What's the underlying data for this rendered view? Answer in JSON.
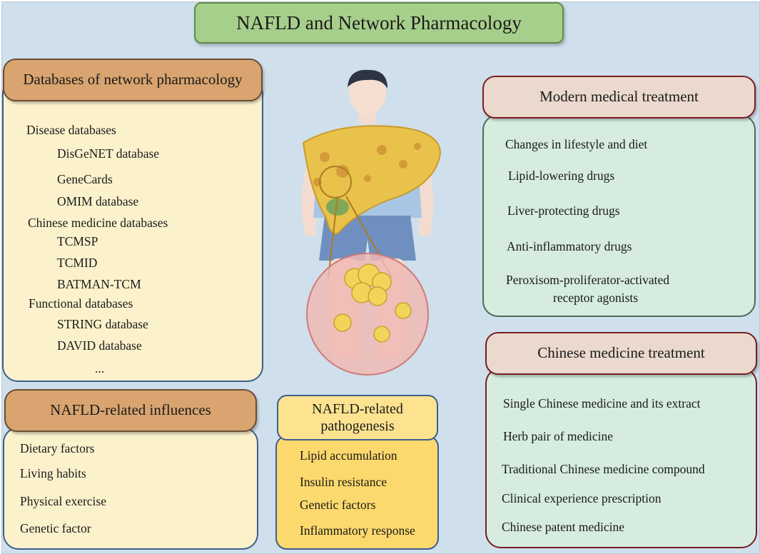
{
  "title": "NAFLD and Network Pharmacology",
  "databases": {
    "header": "Databases of network pharmacology",
    "items": [
      {
        "text": "Disease databases",
        "level": 0
      },
      {
        "text": "DisGeNET database",
        "level": 1
      },
      {
        "text": "GeneCards",
        "level": 1
      },
      {
        "text": "OMIM database",
        "level": 1
      },
      {
        "text": "Chinese medicine databases",
        "level": 0
      },
      {
        "text": "TCMSP",
        "level": 1
      },
      {
        "text": "TCMID",
        "level": 1
      },
      {
        "text": "BATMAN-TCM",
        "level": 1
      },
      {
        "text": "Functional databases",
        "level": 0
      },
      {
        "text": "STRING database",
        "level": 1
      },
      {
        "text": "DAVID database",
        "level": 1
      },
      {
        "text": "...",
        "level": 2
      }
    ]
  },
  "influences": {
    "header": "NAFLD-related influences",
    "items": [
      "Dietary factors",
      "Living habits",
      "Physical exercise",
      "Genetic factor"
    ]
  },
  "pathogenesis": {
    "header_line1": "NAFLD-related",
    "header_line2": "pathogenesis",
    "items": [
      "Lipid accumulation",
      "Insulin resistance",
      "Genetic factors",
      "Inflammatory response"
    ]
  },
  "modern": {
    "header": "Modern medical treatment",
    "items": [
      "Changes in lifestyle and diet",
      "Lipid-lowering drugs",
      "Liver-protecting drugs",
      "Anti-inflammatory drugs"
    ],
    "last_line1": "Peroxisom-proliferator-activated",
    "last_line2": "receptor agonists"
  },
  "chinese": {
    "header": "Chinese medicine treatment",
    "items": [
      "Single Chinese medicine and its extract",
      "Herb pair of medicine",
      "Traditional Chinese medicine compound",
      "Clinical experience prescription",
      "Chinese patent medicine"
    ]
  },
  "colors": {
    "background": "#cfe0ec",
    "title_fill": "#a7cf8c",
    "database_header": "#d9a46f",
    "cream_box": "#fbf2cc",
    "pathogenesis_box": "#fcd96c",
    "treatment_box": "#d5ecdf",
    "treatment_header": "#ead9cc",
    "liver": "#e8c24a",
    "fat_cell": "#f3d45a"
  },
  "illustration": {
    "icons": [
      "person-icon",
      "liver-icon",
      "magnifier-circle-icon",
      "fat-droplet-icon"
    ]
  }
}
